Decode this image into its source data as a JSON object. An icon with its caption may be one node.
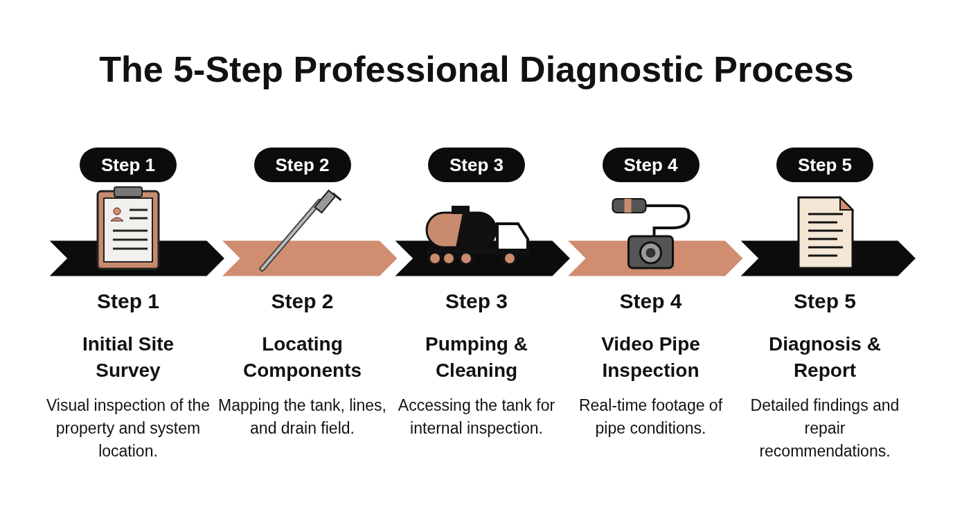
{
  "diagram": {
    "title": "The 5-Step Professional Diagnostic Process",
    "nodes": [
      {
        "text": [
          "Step 1"
        ],
        "beside": [
          "Step 1",
          "Initial Site Survey",
          "Visual inspection of the property and system location."
        ]
      },
      {
        "text": [
          "Step 2"
        ],
        "beside": [
          "Step 2",
          "Locating Components",
          "Mapping the tank, lines, and drain field."
        ]
      },
      {
        "text": [
          "Step 3"
        ],
        "beside": [
          "Step 3",
          "Pumping & Cleaning",
          "Accessing the tank for internal inspection."
        ]
      },
      {
        "text": [
          "Step 4"
        ],
        "beside": [
          "Step 4",
          "Video Pipe Inspection",
          "Real-time footage of pipe conditions."
        ]
      },
      {
        "text": [
          "Step 5"
        ],
        "beside": [
          "Step 5",
          "Diagnosis & Report",
          "Detailed findings and repair recommendations."
        ]
      }
    ]
  }
}
